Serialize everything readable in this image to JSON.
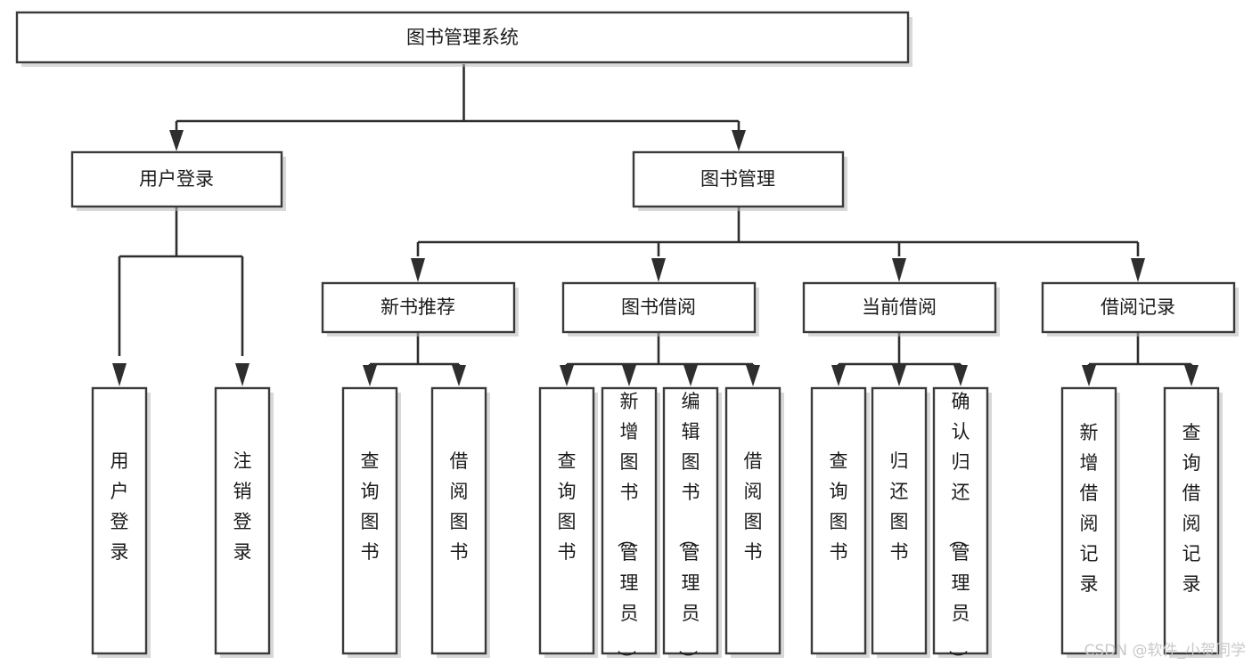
{
  "diagram": {
    "title": "图书管理系统",
    "type": "tree-hierarchy-diagram",
    "orientation": "top-down",
    "colors": {
      "box_stroke": "#3a3a3a",
      "box_fill": "#ffffff",
      "connector": "#2e2e2e",
      "background": "#ffffff",
      "watermark": "#c9c9c9"
    },
    "levels": {
      "level1_label": "图书管理系统",
      "level2": [
        {
          "id": "user-login",
          "label": "用户登录"
        },
        {
          "id": "book-management",
          "label": "图书管理"
        }
      ],
      "level3": [
        {
          "id": "new-book-recommend",
          "label": "新书推荐"
        },
        {
          "id": "book-borrow",
          "label": "图书借阅"
        },
        {
          "id": "current-borrow",
          "label": "当前借阅"
        },
        {
          "id": "borrow-record",
          "label": "借阅记录"
        }
      ],
      "level4": {
        "under_user_login": [
          {
            "id": "leaf-user-login",
            "label": "用户登录"
          },
          {
            "id": "leaf-user-logout",
            "label": "注销登录"
          }
        ],
        "under_new_book_recommend": [
          {
            "id": "leaf-query-book-1",
            "label": "查询图书"
          },
          {
            "id": "leaf-borrow-book-1",
            "label": "借阅图书"
          }
        ],
        "under_book_borrow": [
          {
            "id": "leaf-query-book-2",
            "label": "查询图书"
          },
          {
            "id": "leaf-add-book",
            "label": "新增图书（管理员）"
          },
          {
            "id": "leaf-edit-book",
            "label": "编辑图书（管理员）"
          },
          {
            "id": "leaf-borrow-book-2",
            "label": "借阅图书"
          }
        ],
        "under_current_borrow": [
          {
            "id": "leaf-query-book-3",
            "label": "查询图书"
          },
          {
            "id": "leaf-return-book",
            "label": "归还图书"
          },
          {
            "id": "leaf-confirm-return",
            "label": "确认归还（管理员）"
          }
        ],
        "under_borrow_record": [
          {
            "id": "leaf-add-record",
            "label": "新增借阅记录"
          },
          {
            "id": "leaf-query-record",
            "label": "查询借阅记录"
          }
        ]
      }
    }
  },
  "watermark": {
    "label": "CSDN @软件_小贺同学"
  }
}
